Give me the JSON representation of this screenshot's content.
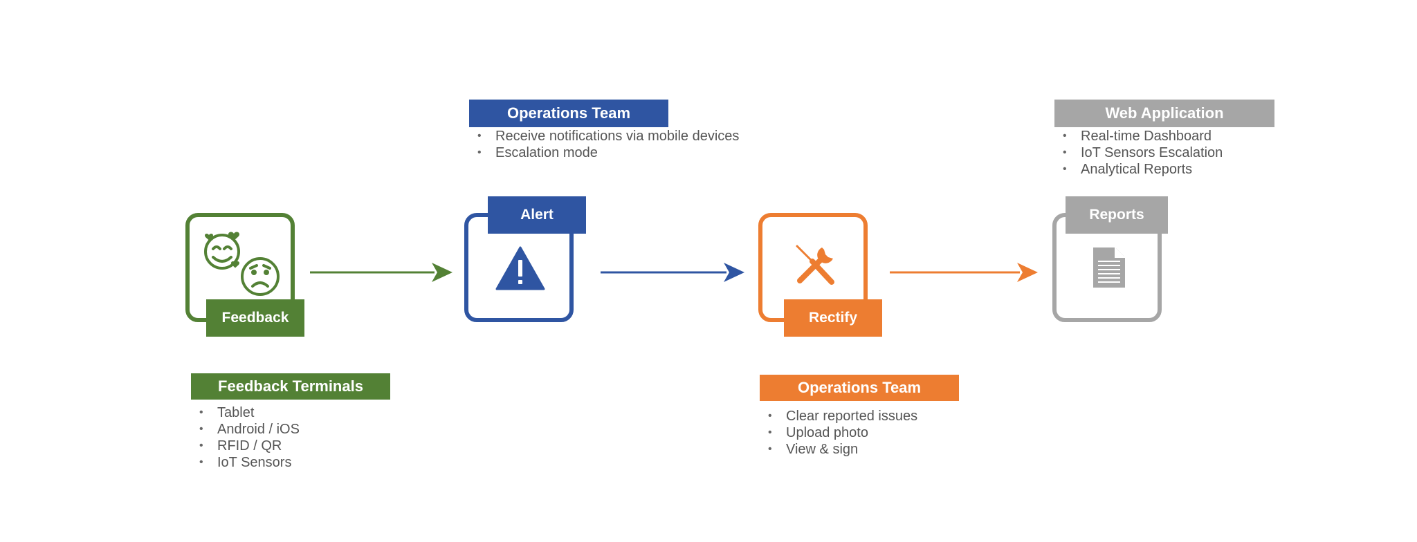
{
  "colors": {
    "feedback": "#538135",
    "alert": "#2F55A2",
    "rectify": "#ED7D31",
    "reports": "#A6A6A6",
    "text": "#555555"
  },
  "nodes": {
    "feedback": {
      "label": "Feedback",
      "icon": "happy-sad-faces-icon"
    },
    "alert": {
      "label": "Alert",
      "icon": "warning-triangle-icon"
    },
    "rectify": {
      "label": "Rectify",
      "icon": "wrench-screwdriver-icon"
    },
    "reports": {
      "label": "Reports",
      "icon": "document-icon"
    }
  },
  "details": {
    "feedback_terminals": {
      "title": "Feedback Terminals",
      "items": [
        "Tablet",
        "Android / iOS",
        "RFID / QR",
        "IoT Sensors"
      ]
    },
    "alert_team": {
      "title": "Operations Team",
      "items": [
        "Receive notifications via mobile devices",
        "Escalation mode"
      ]
    },
    "rectify_team": {
      "title": "Operations Team",
      "items": [
        "Clear reported issues",
        "Upload photo",
        "View & sign"
      ]
    },
    "web_application": {
      "title": "Web Application",
      "items": [
        "Real-time Dashboard",
        "IoT Sensors Escalation",
        "Analytical Reports"
      ]
    }
  }
}
